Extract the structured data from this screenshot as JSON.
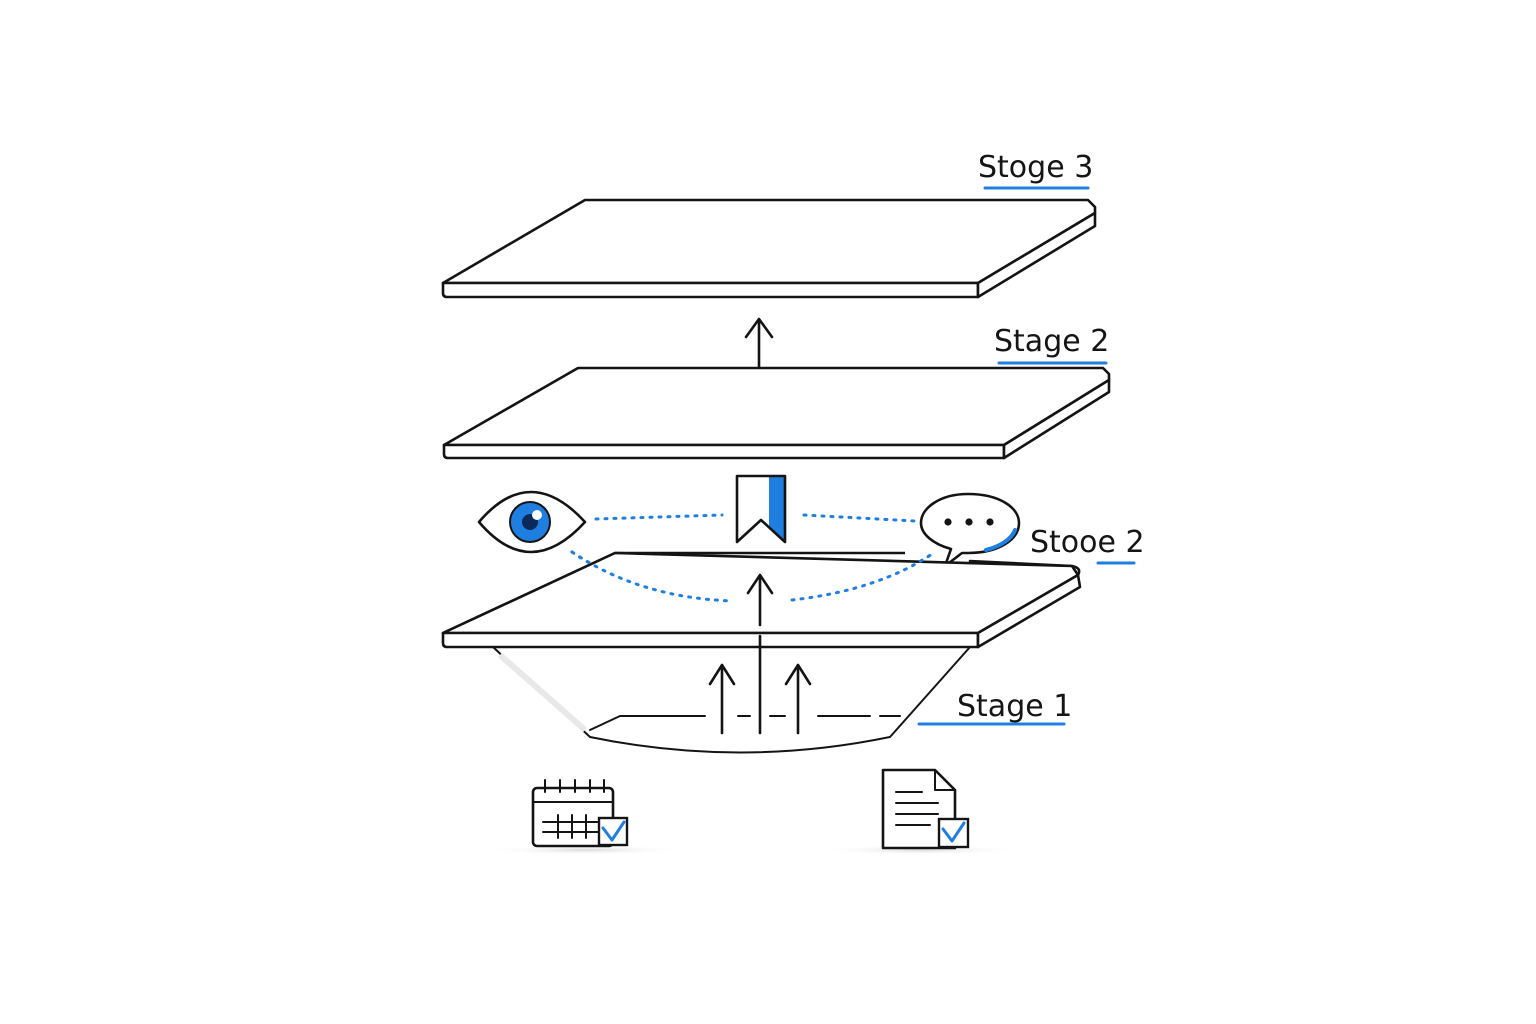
{
  "labels": {
    "stage3": "Stoge 3",
    "stage2_upper": "Stage 2",
    "stage2_side": "Stooe 2",
    "stage1": "Stage 1"
  },
  "icons": {
    "eye": "eye-icon",
    "bookmark": "bookmark-icon",
    "chat": "chat-bubble-icon",
    "calendar": "calendar-check-icon",
    "document": "document-check-icon",
    "arrow": "up-arrow-icon"
  },
  "colors": {
    "accent": "#1f7fe0",
    "ink": "#141414",
    "background": "#ffffff"
  }
}
